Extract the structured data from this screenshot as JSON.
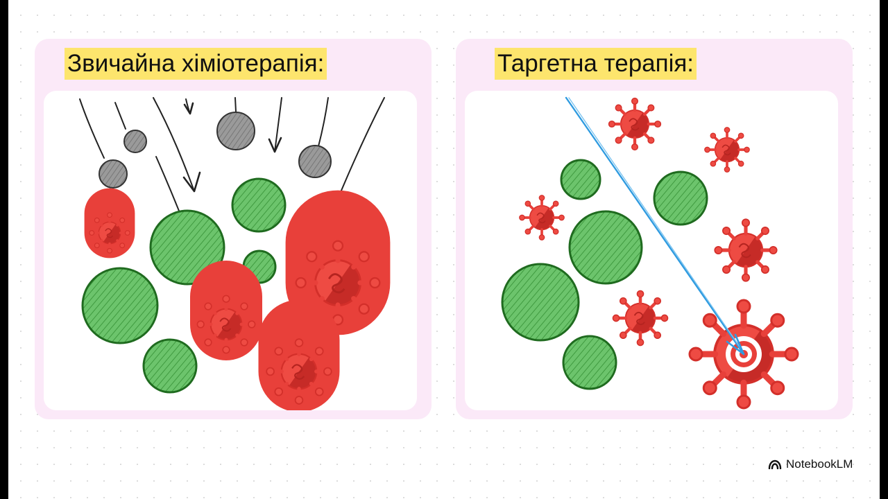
{
  "panels": {
    "conventional": {
      "title": "Звичайна хіміотерапія:"
    },
    "targeted": {
      "title": "Таргетна терапія:"
    }
  },
  "brand": {
    "name": "NotebookLM",
    "icon": "notebooklm-logo-icon"
  },
  "colors": {
    "panel_bg": "#fbe9f8",
    "title_highlight": "#fde56d",
    "healthy_cell_fill": "#5cb85c",
    "healthy_cell_stroke": "#1f6b1f",
    "cancer_cell": "#e8403a",
    "drug_particle": "#8c8c8c",
    "targeted_drug": "#2f9be0"
  }
}
